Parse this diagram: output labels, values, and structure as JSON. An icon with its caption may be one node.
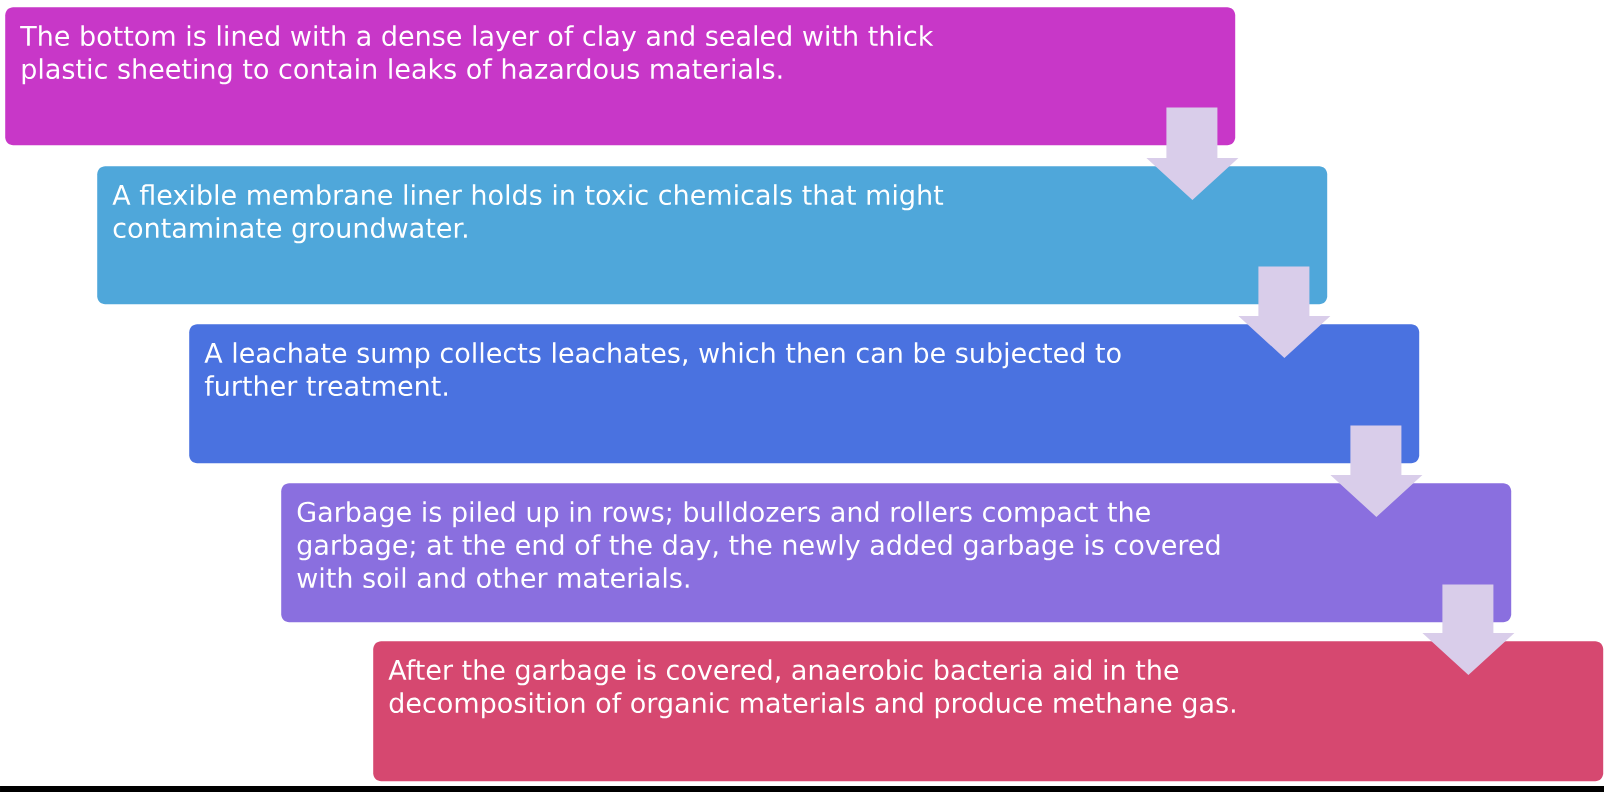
{
  "diagram": {
    "nodes": [
      {
        "text": [
          "The bottom is lined with a dense layer of clay and sealed with thick plastic sheeting to contain leaks of hazardous materials."
        ]
      },
      {
        "text": [
          "A flexible membrane liner holds in toxic chemicals that might contaminate groundwater."
        ]
      },
      {
        "text": [
          "A leachate sump collects leachates, which then can be subjected to further treatment."
        ]
      },
      {
        "text": [
          "Garbage is piled up in rows; bulldozers and rollers compact the garbage; at the end of the day, the newly added garbage is covered with soil and other materials."
        ]
      },
      {
        "text": [
          "After the garbage is covered, anaerobic bacteria aid in the decomposition of organic materials and produce methane gas."
        ]
      }
    ],
    "edges": [
      {
        "from": 0,
        "to": 1,
        "arrow": "to"
      },
      {
        "from": 1,
        "to": 2,
        "arrow": "to"
      },
      {
        "from": 2,
        "to": 3,
        "arrow": "to"
      },
      {
        "from": 3,
        "to": 4,
        "arrow": "to"
      }
    ]
  }
}
